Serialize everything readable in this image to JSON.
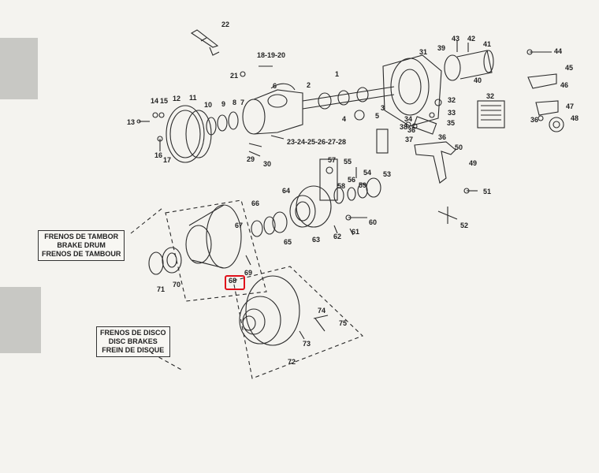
{
  "legends": {
    "drum": [
      "FRENOS DE TAMBOR",
      "BRAKE DRUM",
      "FRENOS DE TAMBOUR"
    ],
    "disc": [
      "FRENOS DE DISCO",
      "DISC BRAKES",
      "FREIN DE DISQUE"
    ]
  },
  "labels": {
    "l1": "1",
    "l2": "2",
    "l3": "3",
    "l4": "4",
    "l5": "5",
    "l6": "6",
    "l7": "7",
    "l8": "8",
    "l9": "9",
    "l10": "10",
    "l11": "11",
    "l12": "12",
    "l13": "13",
    "l14": "14",
    "l15": "15",
    "l16": "16",
    "l17": "17",
    "l1820": "18-19-20",
    "l21": "21",
    "l22": "22",
    "l2328": "23-24-25-26-27-28",
    "l29": "29",
    "l30": "30",
    "l31": "31",
    "l32a": "32",
    "l32b": "32",
    "l33": "33",
    "l34": "34",
    "l35": "35",
    "l36a": "36",
    "l36b": "36",
    "l37": "37",
    "l38": "38",
    "l39": "39",
    "l40": "40",
    "l41": "41",
    "l42": "42",
    "l43": "43",
    "l44": "44",
    "l45": "45",
    "l46": "46",
    "l47": "47",
    "l48": "48",
    "l49": "49",
    "l50": "50",
    "l51": "51",
    "l52": "52",
    "l53": "53",
    "l54": "54",
    "l55": "55",
    "l56": "56",
    "l57": "57",
    "l58": "58",
    "l59": "59",
    "l60": "60",
    "l61": "61",
    "l62": "62",
    "l63": "63",
    "l64": "64",
    "l65": "65",
    "l66": "66",
    "l67": "67",
    "l68": "68",
    "l69": "69",
    "l70": "70",
    "l71": "71",
    "l72": "72",
    "l73": "73",
    "l74": "74",
    "l75": "75"
  },
  "highlight_part": "68",
  "colors": {
    "ink": "#222222",
    "paper": "#f4f3ef",
    "highlight": "#e0101a"
  }
}
